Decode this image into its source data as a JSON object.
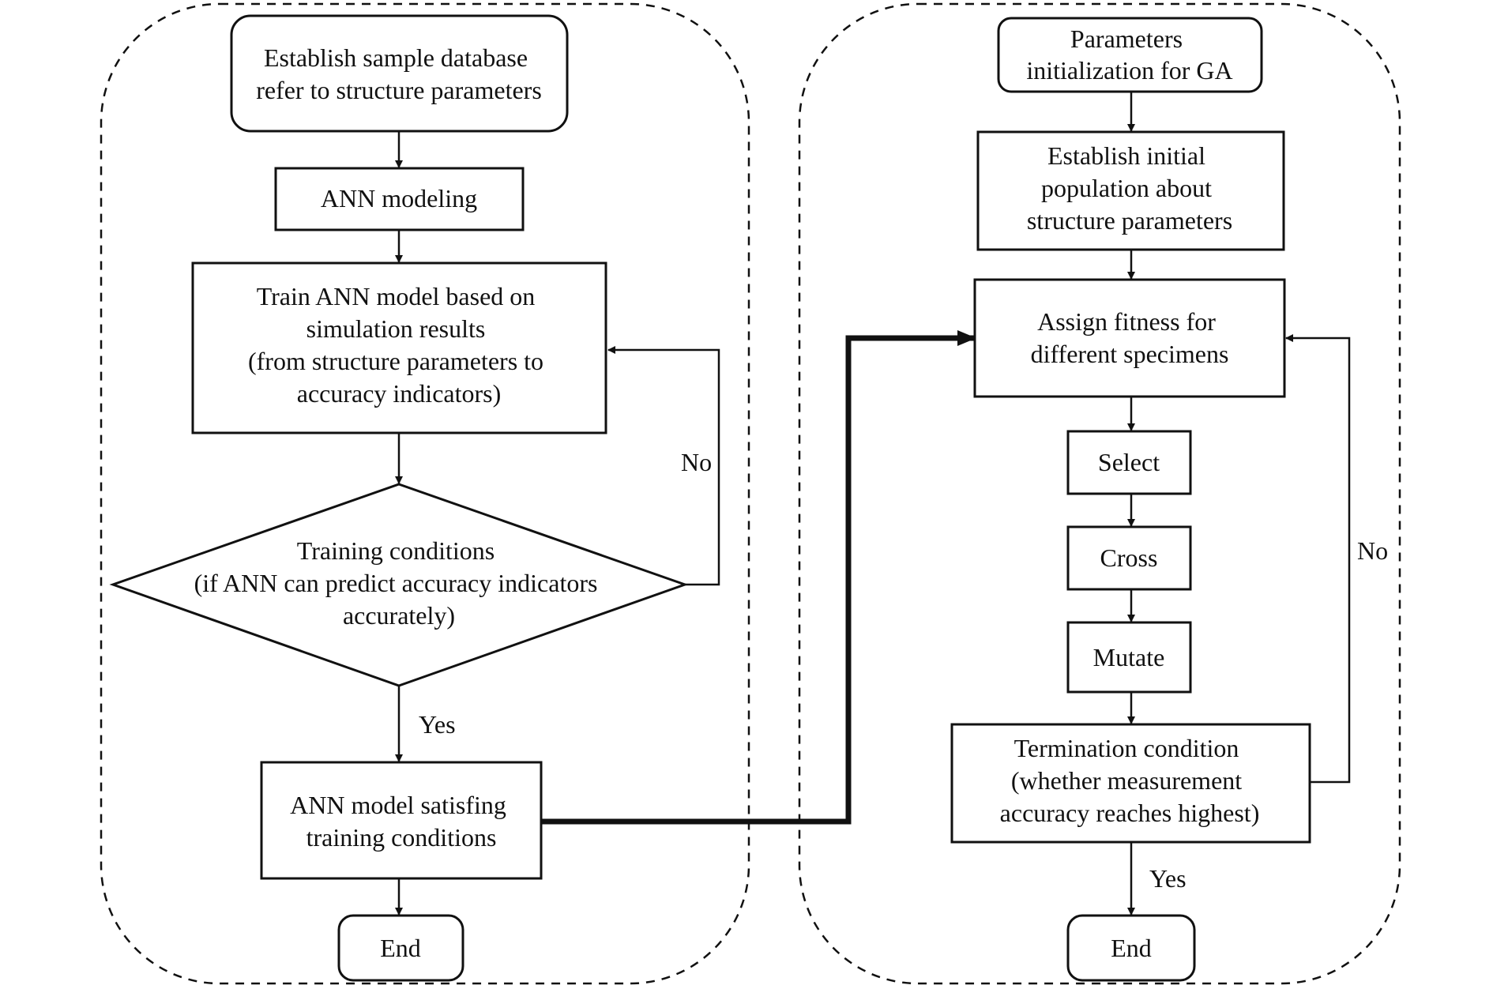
{
  "left_panel": {
    "start": [
      "Establish sample database",
      "refer to structure parameters"
    ],
    "ann_modeling": [
      "ANN modeling"
    ],
    "train": [
      "Train ANN model based on",
      "simulation results",
      "(from structure parameters to",
      "accuracy indicators)"
    ],
    "decision": [
      "Training conditions",
      "(if ANN can predict accuracy indicators",
      "accurately)"
    ],
    "no_label": "No",
    "yes_label": "Yes",
    "satisfied": [
      "ANN model satisfing",
      "training conditions"
    ],
    "end": "End"
  },
  "right_panel": {
    "start": [
      "Parameters",
      "initialization for GA"
    ],
    "population": [
      "Establish initial",
      "population about",
      "structure parameters"
    ],
    "fitness": [
      "Assign fitness for",
      "different specimens"
    ],
    "select": "Select",
    "cross": "Cross",
    "mutate": "Mutate",
    "termination": [
      "Termination condition",
      "(whether measurement",
      "accuracy reaches highest)"
    ],
    "no_label": "No",
    "yes_label": "Yes",
    "end": "End"
  }
}
